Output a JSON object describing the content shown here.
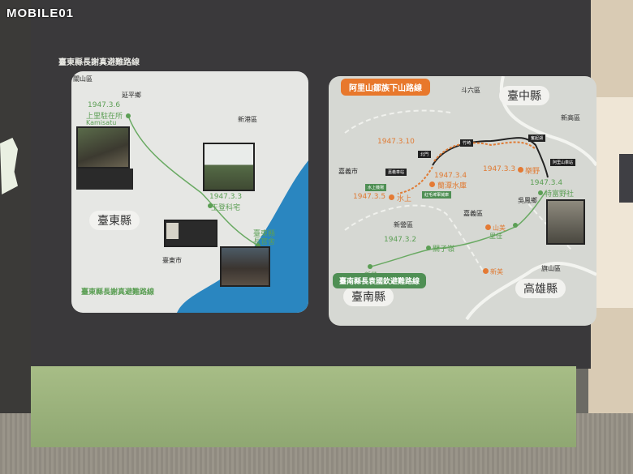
{
  "logo": {
    "text": "MOBILE01"
  },
  "exhibit": {
    "title": "臺東縣長謝真避難路線",
    "left_map": {
      "districts": [
        "關山區",
        "延平鄉",
        "新港區",
        "臺東市"
      ],
      "county": "臺東縣",
      "events": [
        {
          "date": "1947.3.6",
          "place": "上里駐在所",
          "place_alt": "Kamisatu"
        },
        {
          "date": "1947.3.3",
          "place": "王登科宅"
        },
        {
          "place": "臺東縣長官舍"
        }
      ],
      "route_title": "臺東縣長謝真避難路線"
    },
    "right_map": {
      "orange_route_title": "阿里山鄒族下山路線",
      "green_route_title": "臺南縣長袁國欽避難路線",
      "districts": [
        "斗六區",
        "新高區",
        "嘉義市",
        "嘉義區",
        "新營區",
        "旗山區",
        "吳鳳鄉"
      ],
      "counties": [
        "臺中縣",
        "臺南縣",
        "高雄縣"
      ],
      "orange_events": [
        {
          "date": "1947.3.10"
        },
        {
          "date": "1947.3.4",
          "place": "蘭潭水庫"
        },
        {
          "date": "1947.3.5",
          "place": "水上"
        },
        {
          "date": "1947.3.3",
          "place": "樂野"
        }
      ],
      "orange_places": [
        "山美",
        "新美"
      ],
      "green_events": [
        {
          "date": "1947.3.2",
          "place": "關子嶺"
        },
        {
          "date": "1947.3.4",
          "place": "特富野社"
        }
      ],
      "green_places": [
        "新營",
        "里佳"
      ],
      "tags": [
        "北門",
        "竹崎",
        "奮起湖",
        "嘉義車站",
        "水上機場",
        "紅毛埤軍械庫",
        "阿里山車站"
      ]
    }
  },
  "colors": {
    "green": "#5c9f55",
    "orange": "#e07b34",
    "board": "#3a393b",
    "base": "#a7bd86"
  }
}
